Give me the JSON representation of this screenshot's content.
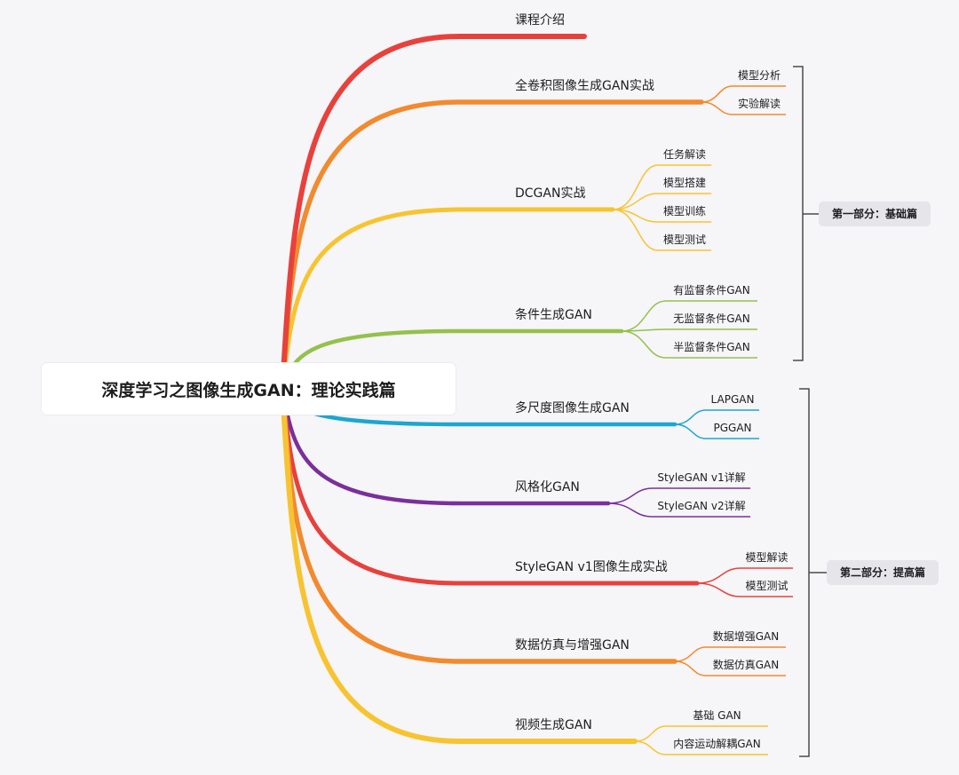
{
  "root": {
    "title": "深度学习之图像生成GAN：理论实践篇"
  },
  "branches": [
    {
      "label": "课程介绍",
      "color": "#e8413c",
      "children": []
    },
    {
      "label": "全卷积图像生成GAN实战",
      "color": "#f28a2e",
      "children": [
        "模型分析",
        "实验解读"
      ]
    },
    {
      "label": "DCGAN实战",
      "color": "#f7c431",
      "children": [
        "任务解读",
        "模型搭建",
        "模型训练",
        "模型测试"
      ]
    },
    {
      "label": "条件生成GAN",
      "color": "#94c14a",
      "children": [
        "有监督条件GAN",
        "无监督条件GAN",
        "半监督条件GAN"
      ]
    },
    {
      "label": "多尺度图像生成GAN",
      "color": "#1ca6d0",
      "children": [
        "LAPGAN",
        "PGGAN"
      ]
    },
    {
      "label": "风格化GAN",
      "color": "#7a2f9b",
      "children": [
        "StyleGAN v1详解",
        "StyleGAN v2详解"
      ]
    },
    {
      "label": "StyleGAN v1图像生成实战",
      "color": "#e8413c",
      "children": [
        "模型解读",
        "模型测试"
      ]
    },
    {
      "label": "数据仿真与增强GAN",
      "color": "#f28a2e",
      "children": [
        "数据增强GAN",
        "数据仿真GAN"
      ]
    },
    {
      "label": "视频生成GAN",
      "color": "#f7c431",
      "children": [
        "基础 GAN",
        "内容运动解耦GAN"
      ]
    }
  ],
  "groups": [
    {
      "label": "第一部分：基础篇"
    },
    {
      "label": "第二部分：提高篇"
    }
  ]
}
